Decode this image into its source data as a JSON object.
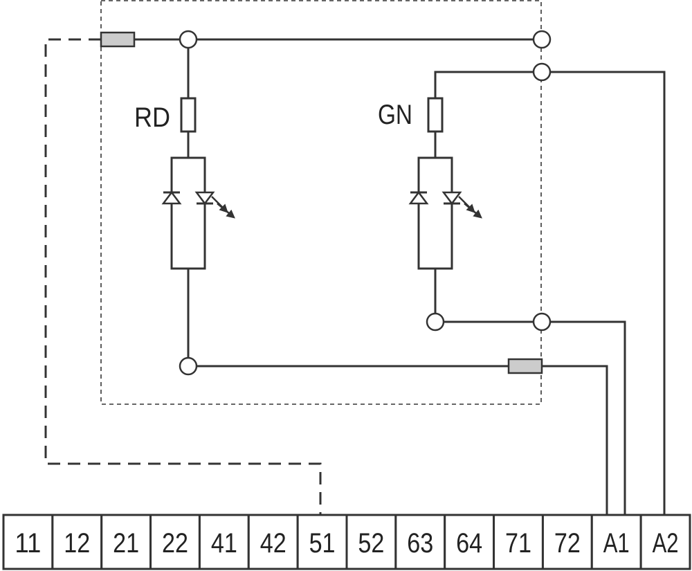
{
  "labels": {
    "red_led": "RD",
    "green_led": "GN"
  },
  "terminals": [
    "11",
    "12",
    "21",
    "22",
    "41",
    "42",
    "51",
    "52",
    "63",
    "64",
    "71",
    "72",
    "A1",
    "A2"
  ],
  "colors": {
    "line": "#333333",
    "connector_fill": "#cccccc",
    "background": "#ffffff"
  }
}
